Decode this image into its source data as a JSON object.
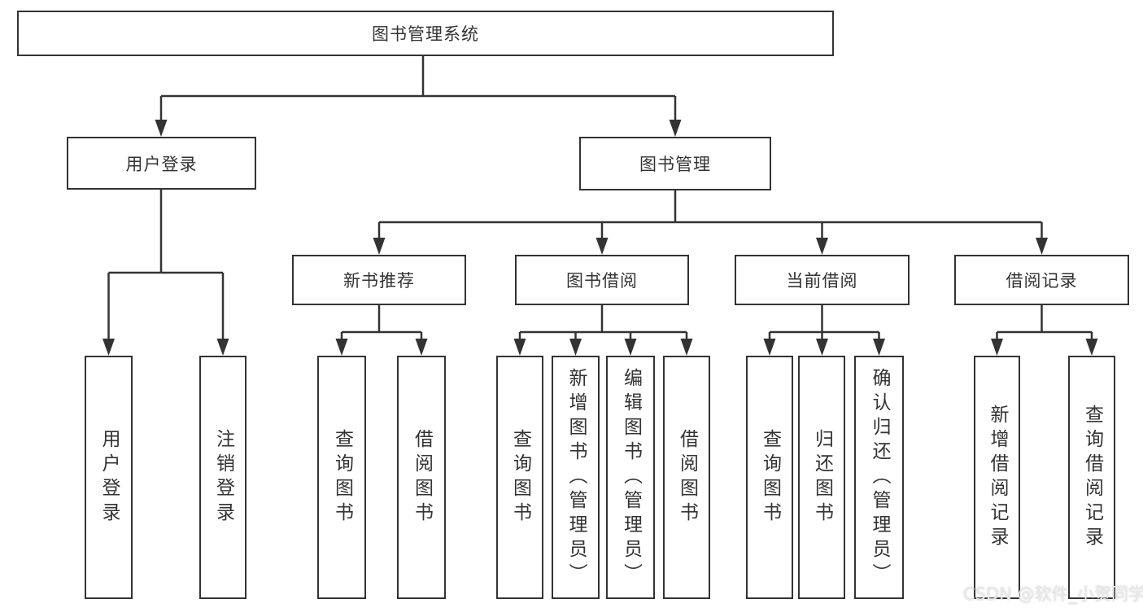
{
  "diagram": {
    "type": "hierarchy-diagram",
    "colors": {
      "line": "#333333",
      "text": "#333333",
      "background": "#ffffff",
      "watermark": "#e9e9e9"
    },
    "tree": {
      "label": "图书管理系统",
      "children": [
        {
          "label": "用户登录",
          "children": [
            {
              "label": "用户登录"
            },
            {
              "label": "注销登录"
            }
          ]
        },
        {
          "label": "图书管理",
          "children": [
            {
              "label": "新书推荐",
              "children": [
                {
                  "label": "查询图书"
                },
                {
                  "label": "借阅图书"
                }
              ]
            },
            {
              "label": "图书借阅",
              "children": [
                {
                  "label": "查询图书"
                },
                {
                  "label": "新增图书（管理员）"
                },
                {
                  "label": "编辑图书（管理员）"
                },
                {
                  "label": "借阅图书"
                }
              ]
            },
            {
              "label": "当前借阅",
              "children": [
                {
                  "label": "查询图书"
                },
                {
                  "label": "归还图书"
                },
                {
                  "label": "确认归还（管理员）"
                }
              ]
            },
            {
              "label": "借阅记录",
              "children": [
                {
                  "label": "新增借阅记录"
                },
                {
                  "label": "查询借阅记录"
                }
              ]
            }
          ]
        }
      ]
    },
    "watermark": {
      "text": "CSDN @软件_小贺同学"
    }
  }
}
